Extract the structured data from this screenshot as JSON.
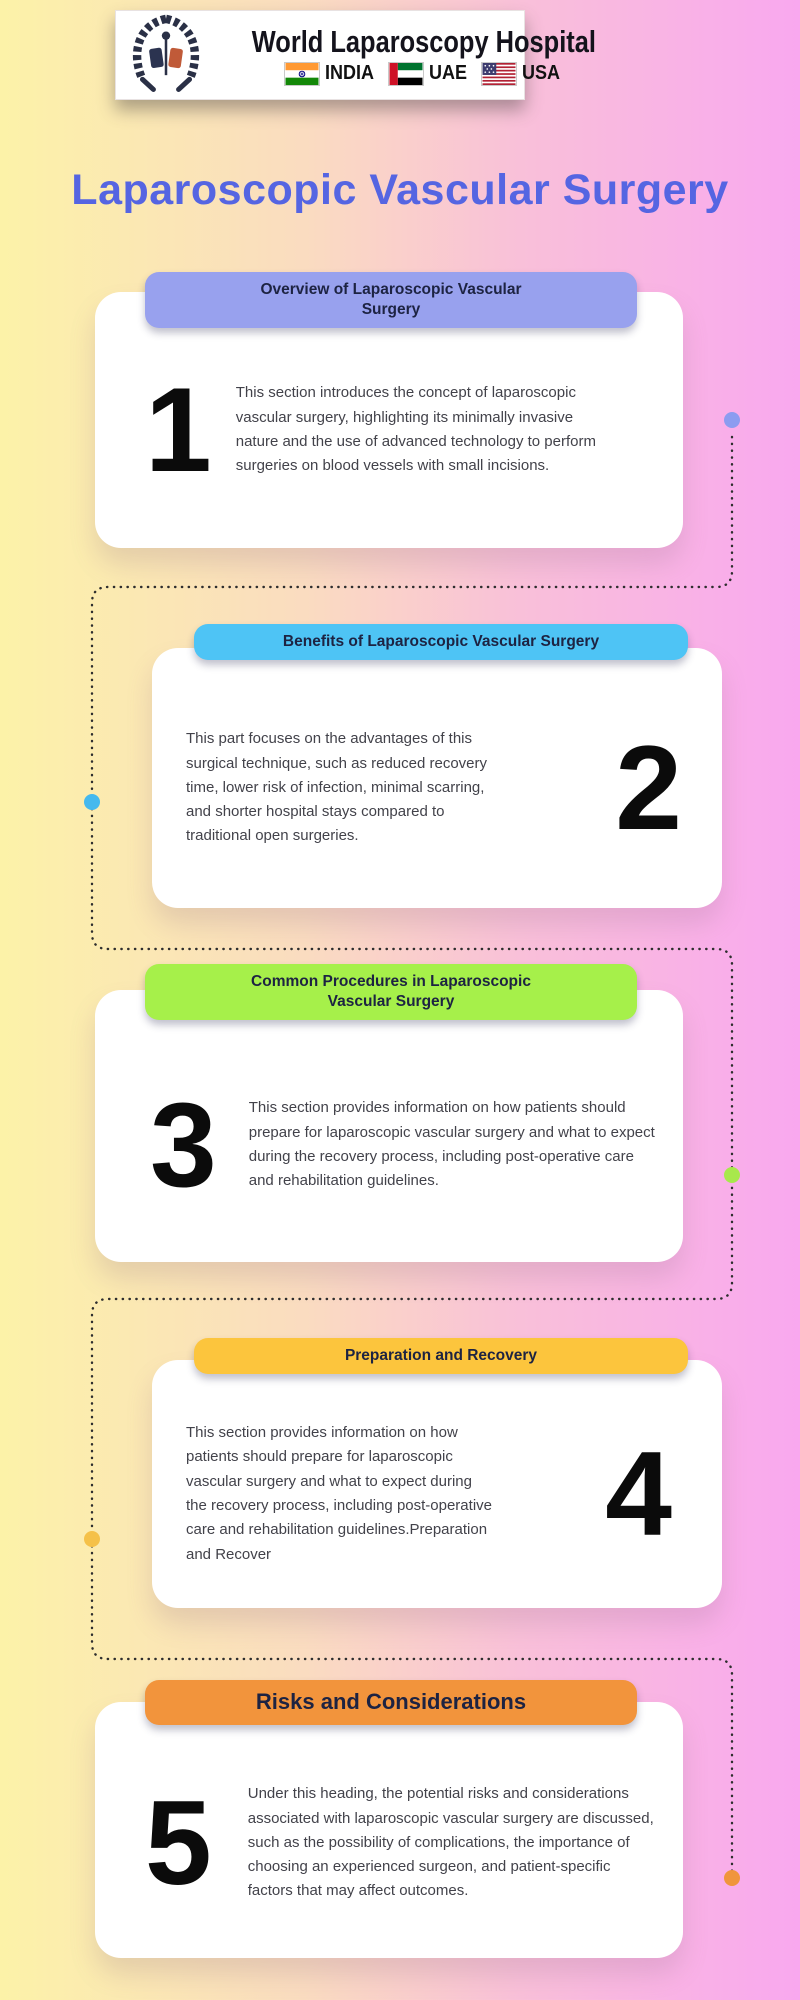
{
  "page": {
    "title": "Laparoscopic Vascular Surgery",
    "title_color": "#5565e2",
    "background_left": "#fcf2a8",
    "background_right": "#f9a8ef"
  },
  "logo": {
    "name": "World Laparoscopy Hospital",
    "countries": [
      {
        "label": "INDIA"
      },
      {
        "label": "UAE"
      },
      {
        "label": "USA"
      }
    ]
  },
  "connector": {
    "line_color": "#2e2e2e"
  },
  "sections": [
    {
      "number": "1",
      "title": "Overview of Laparoscopic Vascular Surgery",
      "body": "This section introduces the concept of laparoscopic vascular surgery, highlighting its minimally invasive nature and the use of advanced technology to perform surgeries on blood vessels with small incisions.",
      "accent_color": "#98a1ee",
      "dot_color": "#8c9cf0"
    },
    {
      "number": "2",
      "title": "Benefits of Laparoscopic Vascular Surgery",
      "body": "This part focuses on the advantages of this surgical technique, such as reduced recovery time, lower risk of infection, minimal scarring, and shorter hospital stays compared to traditional open surgeries.",
      "accent_color": "#4ec4f5",
      "dot_color": "#45b9ee"
    },
    {
      "number": "3",
      "title": "Common Procedures in Laparoscopic Vascular Surgery",
      "body": "This section provides information on how patients should prepare for laparoscopic vascular surgery and what to expect during the recovery process, including post-operative care and rehabilitation guidelines.",
      "accent_color": "#a6f04a",
      "dot_color": "#a8e84c"
    },
    {
      "number": "4",
      "title": "Preparation and Recovery",
      "body": "This section provides information on how patients should prepare for laparoscopic vascular surgery and what to expect during the recovery process, including post-operative care and rehabilitation guidelines.Preparation and Recover",
      "accent_color": "#fcc53d",
      "dot_color": "#f5c149"
    },
    {
      "number": "5",
      "title": "Risks and Considerations",
      "body": "Under this heading, the potential risks and considerations associated with laparoscopic vascular surgery are discussed, such as the possibility of complications, the importance of choosing an experienced surgeon, and patient-specific factors that may affect outcomes.",
      "accent_color": "#f2943c",
      "dot_color": "#f0953c"
    }
  ]
}
